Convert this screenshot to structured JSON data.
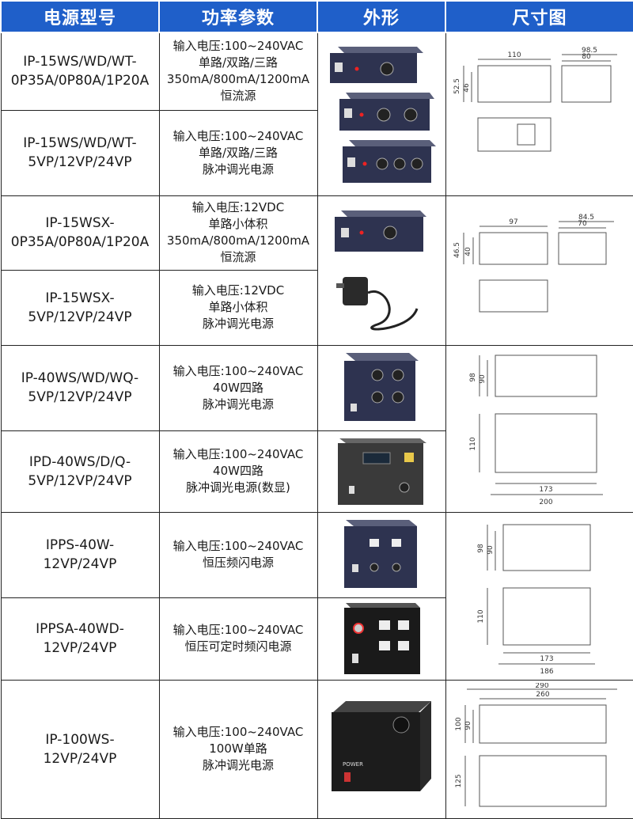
{
  "headers": [
    "电源型号",
    "功率参数",
    "外形",
    "尺寸图"
  ],
  "rows": [
    {
      "model": [
        "IP-15WS/WD/WT-",
        "0P35A/0P80A/1P20A"
      ],
      "spec": [
        "输入电压:100~240VAC",
        "单路/双路/三路",
        "350mA/800mA/1200mA",
        "恒流源"
      ]
    },
    {
      "model": [
        "IP-15WS/WD/WT-",
        "5VP/12VP/24VP"
      ],
      "spec": [
        "输入电压:100~240VAC",
        "单路/双路/三路",
        "脉冲调光电源"
      ]
    },
    {
      "model": [
        "IP-15WSX-",
        "0P35A/0P80A/1P20A"
      ],
      "spec": [
        "输入电压:12VDC",
        "单路小体积",
        "350mA/800mA/1200mA",
        "恒流源"
      ]
    },
    {
      "model": [
        "IP-15WSX-",
        "5VP/12VP/24VP"
      ],
      "spec": [
        "输入电压:12VDC",
        "单路小体积",
        "脉冲调光电源"
      ]
    },
    {
      "model": [
        "IP-40WS/WD/WQ-",
        "5VP/12VP/24VP"
      ],
      "spec": [
        "输入电压:100~240VAC",
        "40W四路",
        "脉冲调光电源"
      ]
    },
    {
      "model": [
        "IPD-40WS/D/Q-",
        "5VP/12VP/24VP"
      ],
      "spec": [
        "输入电压:100~240VAC",
        "40W四路",
        "脉冲调光电源(数显)"
      ]
    },
    {
      "model": [
        "IPPS-40W-",
        "12VP/24VP"
      ],
      "spec": [
        "输入电压:100~240VAC",
        "恒压频闪电源"
      ]
    },
    {
      "model": [
        "IPPSA-40WD-",
        "12VP/24VP"
      ],
      "spec": [
        "输入电压:100~240VAC",
        "恒压可定时频闪电源"
      ]
    },
    {
      "model": [
        "IP-100WS-",
        "12VP/24VP"
      ],
      "spec": [
        "输入电压:100~240VAC",
        "100W单路",
        "脉冲调光电源"
      ]
    }
  ],
  "dims": {
    "g1": {
      "w": "110",
      "d1": "98.5",
      "d2": "80",
      "h1": "52.5",
      "h2": "46"
    },
    "g2": {
      "w": "97",
      "d1": "84.5",
      "d2": "70",
      "h1": "46.5",
      "h2": "40"
    },
    "g3": {
      "h1": "98",
      "h2": "90",
      "h3": "110",
      "w1": "173",
      "w2": "200"
    },
    "g4": {
      "h1": "98",
      "h2": "90",
      "h3": "110",
      "w1": "173",
      "w2": "186"
    },
    "g5": {
      "w1": "290",
      "w2": "260",
      "h1": "100",
      "h2": "90",
      "h3": "125"
    }
  },
  "product_labels": {
    "power": "POWER"
  }
}
